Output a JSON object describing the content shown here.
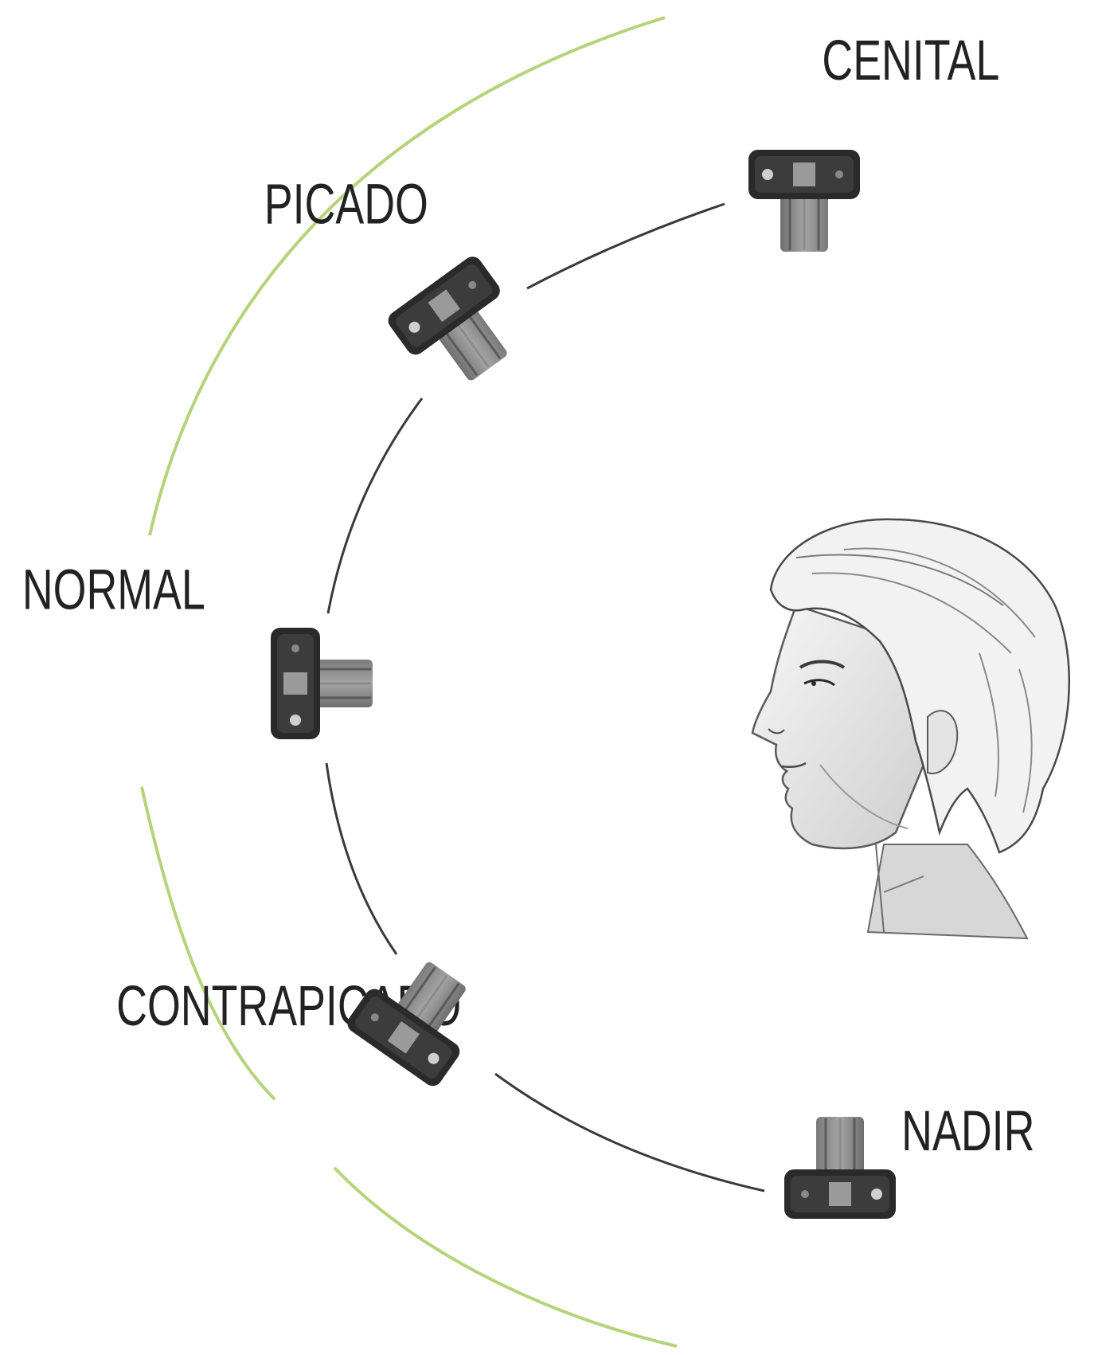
{
  "labels": {
    "cenital": "CENITAL",
    "picado": "PICADO",
    "normal": "NORMAL",
    "contrapicado": "CONTRAPICADO",
    "nadir": "NADIR"
  },
  "colors": {
    "outer_arc": "#b5d47a",
    "inner_arc": "#3a3a3a",
    "camera_body": "#2a2a2a",
    "camera_lens": "#8a8a8a",
    "text": "#222222"
  },
  "icons": [
    "camera-icon",
    "face-profile-illustration"
  ]
}
